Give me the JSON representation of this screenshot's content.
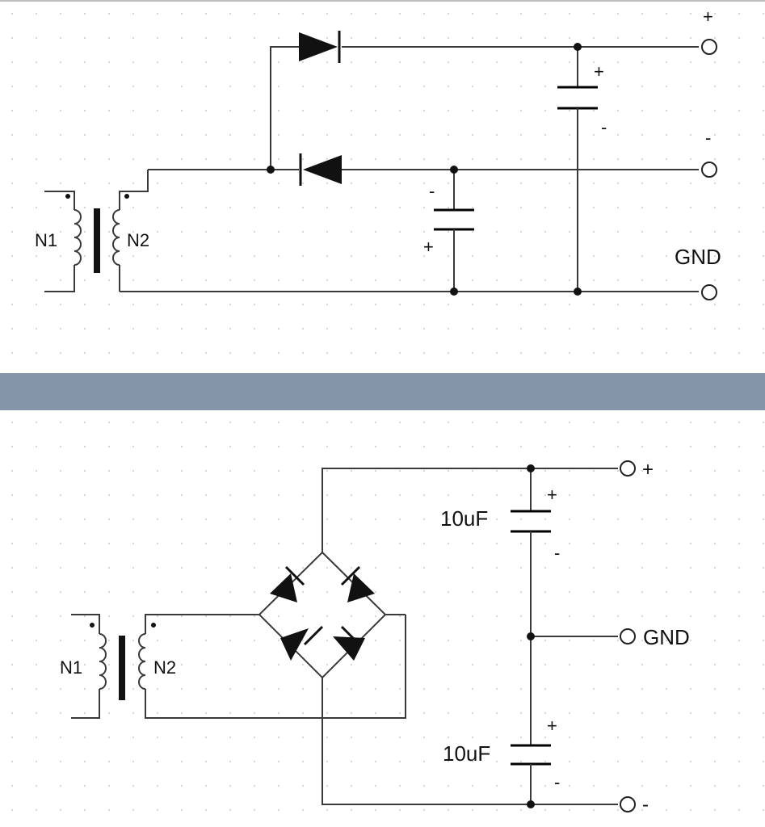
{
  "top_circuit": {
    "label_n1": "N1",
    "label_n2": "N2",
    "cap_upper_plus": "+",
    "cap_upper_minus": "-",
    "cap_lower_minus": "-",
    "cap_lower_plus": "+",
    "terminal_plus": "+",
    "terminal_minus": "-",
    "terminal_gnd": "GND"
  },
  "bottom_circuit": {
    "label_n1": "N1",
    "label_n2": "N2",
    "cap_upper_value": "10uF",
    "cap_upper_plus": "+",
    "cap_upper_minus": "-",
    "cap_lower_value": "10uF",
    "cap_lower_plus": "+",
    "cap_lower_minus": "-",
    "terminal_plus": "+",
    "terminal_gnd": "GND",
    "terminal_minus": "-"
  },
  "colors": {
    "wire": "#3a3a3a",
    "divider": "#8595a8",
    "grid_dot": "#cfcfcf"
  }
}
